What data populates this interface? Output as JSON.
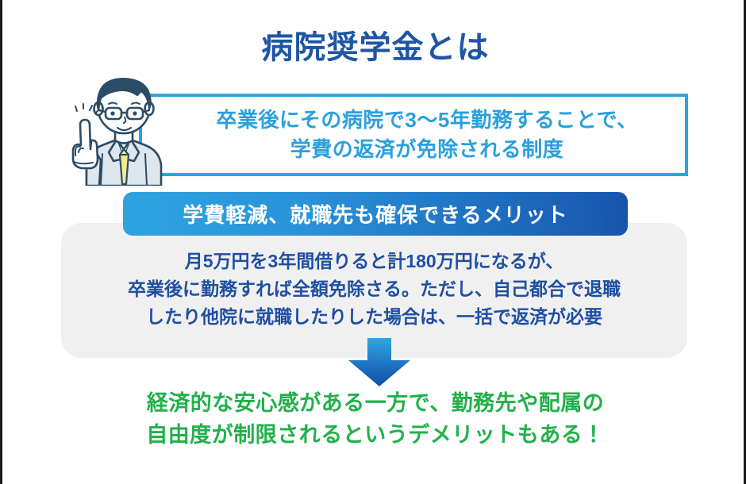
{
  "page": {
    "title": "病院奨学金とは",
    "language": "ja"
  },
  "statement_box": {
    "lines": [
      "卒業後にその病院で3〜5年勤務することで、",
      "学費の返済が免除される制度"
    ],
    "border_color": "#2ea3e0",
    "text_color": "#2ba0dd"
  },
  "character": {
    "name": "pointing-businessman-illustration",
    "description": "眼鏡をかけたスーツ姿の男性が人差し指を立てている",
    "hair_color": "#2b4c66",
    "suit_color": "#dfe7ee",
    "tie_color": "#f5e98f",
    "outline_color": "#2b4c66"
  },
  "banner": {
    "label": "学費軽減、就職先も確保できるメリット",
    "gradient_from": "#2ea3e0",
    "gradient_to": "#1854ae",
    "text_color": "#ffffff"
  },
  "body": {
    "lines": [
      "月5万円を3年間借りると計180万円になるが、",
      "卒業後に勤務すれば全額免除さる。ただし、自己都合で退職",
      "したり他院に就職したりした場合は、一括で返済が必要"
    ],
    "text_color": "#1f4fa3",
    "panel_color": "#f0f0f0"
  },
  "arrow": {
    "name": "down-arrow",
    "direction": "down",
    "gradient_from": "#2fa6e2",
    "gradient_to": "#0f4fa8"
  },
  "conclusion": {
    "lines": [
      "経済的な安心感がある一方で、勤務先や配属の",
      "自由度が制限されるというデメリットもある！"
    ],
    "text_color": "#22b04b"
  },
  "theme": {
    "title_color": "#1f56a5",
    "background": "#ffffff",
    "frame_color": "#1a1a1a"
  }
}
